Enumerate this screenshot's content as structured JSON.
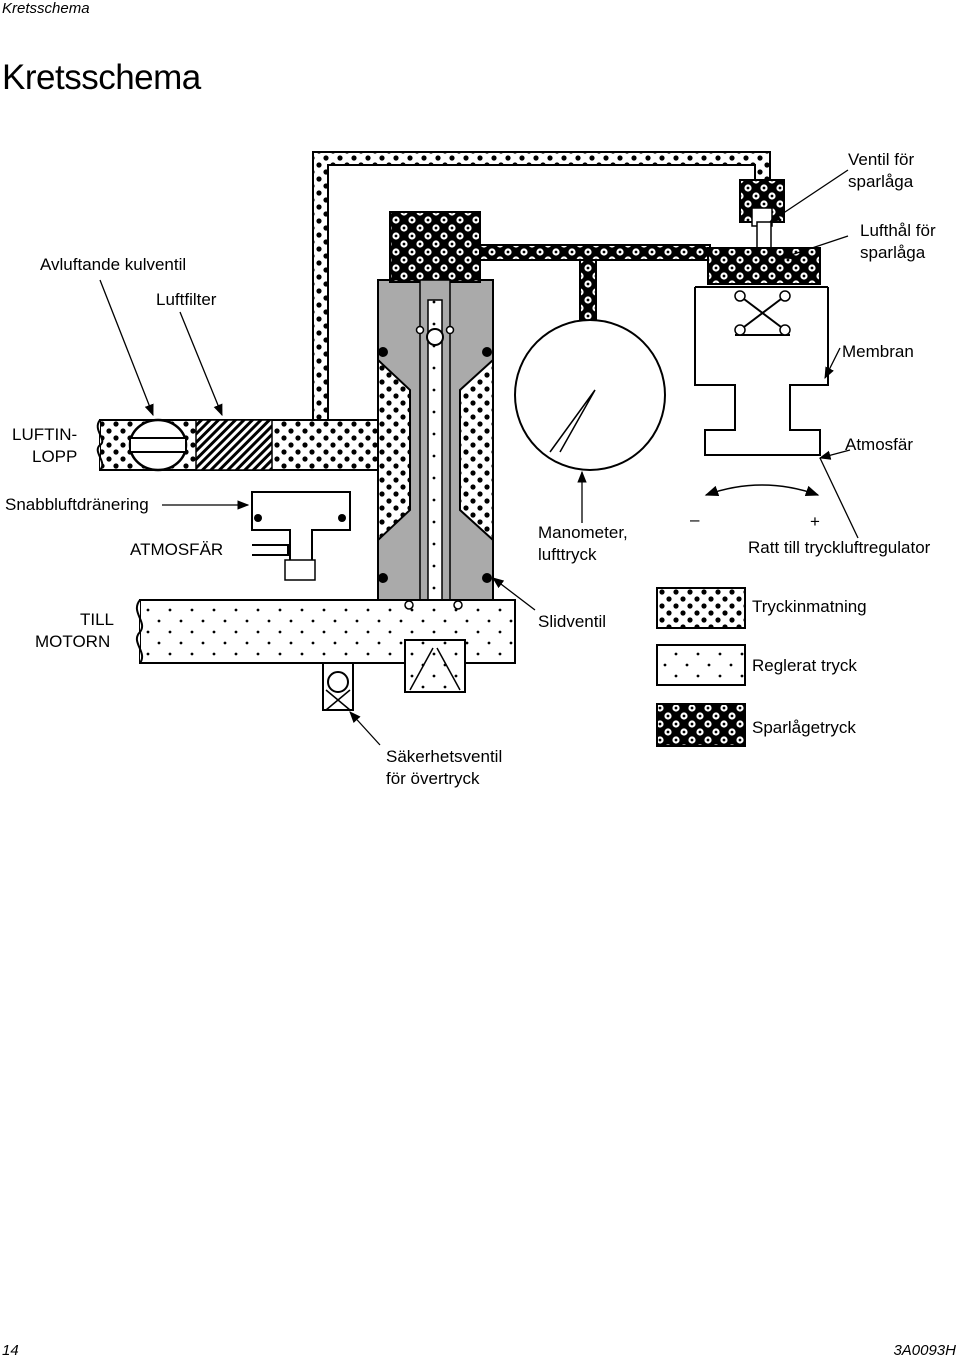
{
  "header": {
    "running_title": "Kretsschema"
  },
  "page_title": "Kretsschema",
  "labels": {
    "ventil_sparlada_1": "Ventil för",
    "ventil_sparlada_2": "sparlåga",
    "lufthal_1": "Lufthål för",
    "lufthal_2": "sparlåga",
    "avluftande_kulventil": "Avluftande kulventil",
    "luftfilter": "Luftfilter",
    "membran": "Membran",
    "luftinlopp_1": "LUFTIN-",
    "luftinlopp_2": "LOPP",
    "atmosfar_right": "Atmosfär",
    "snabbluftdranering": "Snabbluftdränering",
    "atmosfar_upper": "ATMOSFÄR",
    "manometer_1": "Manometer,",
    "manometer_2": "lufttryck",
    "minus": "–",
    "plus": "+",
    "ratt": "Ratt till tryckluftregulator",
    "till_motorn_1": "TILL",
    "till_motorn_2": "MOTORN",
    "slidventil": "Slidventil",
    "sakerhetsventil_1": "Säkerhetsventil",
    "sakerhetsventil_2": "för övertryck"
  },
  "legend": [
    {
      "label": "Tryckinmatning",
      "pattern": "supply"
    },
    {
      "label": "Reglerat tryck",
      "pattern": "regulated"
    },
    {
      "label": "Sparlågetryck",
      "pattern": "pilot"
    }
  ],
  "footer": {
    "page_number": "14",
    "doc_id": "3A0093H"
  }
}
